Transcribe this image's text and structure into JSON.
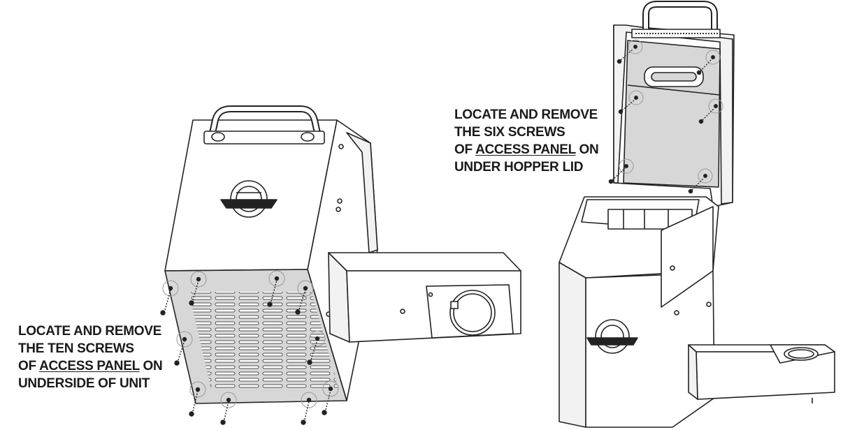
{
  "callouts": {
    "underside": {
      "line1": "LOCATE AND REMOVE",
      "line2": "THE TEN SCREWS",
      "line3_pre": "OF ",
      "line3_u": "ACCESS PANEL",
      "line3_post": " ON",
      "line4": "UNDERSIDE OF UNIT"
    },
    "hopper_lid": {
      "line1": "LOCATE AND REMOVE",
      "line2": "THE SIX SCREWS",
      "line3_pre": "OF ",
      "line3_u": "ACCESS PANEL",
      "line3_post": " ON",
      "line4": "UNDER HOPPER LID"
    }
  },
  "colors": {
    "line": "#222222",
    "panel_fill": "#d7d7d7",
    "background": "#ffffff"
  }
}
